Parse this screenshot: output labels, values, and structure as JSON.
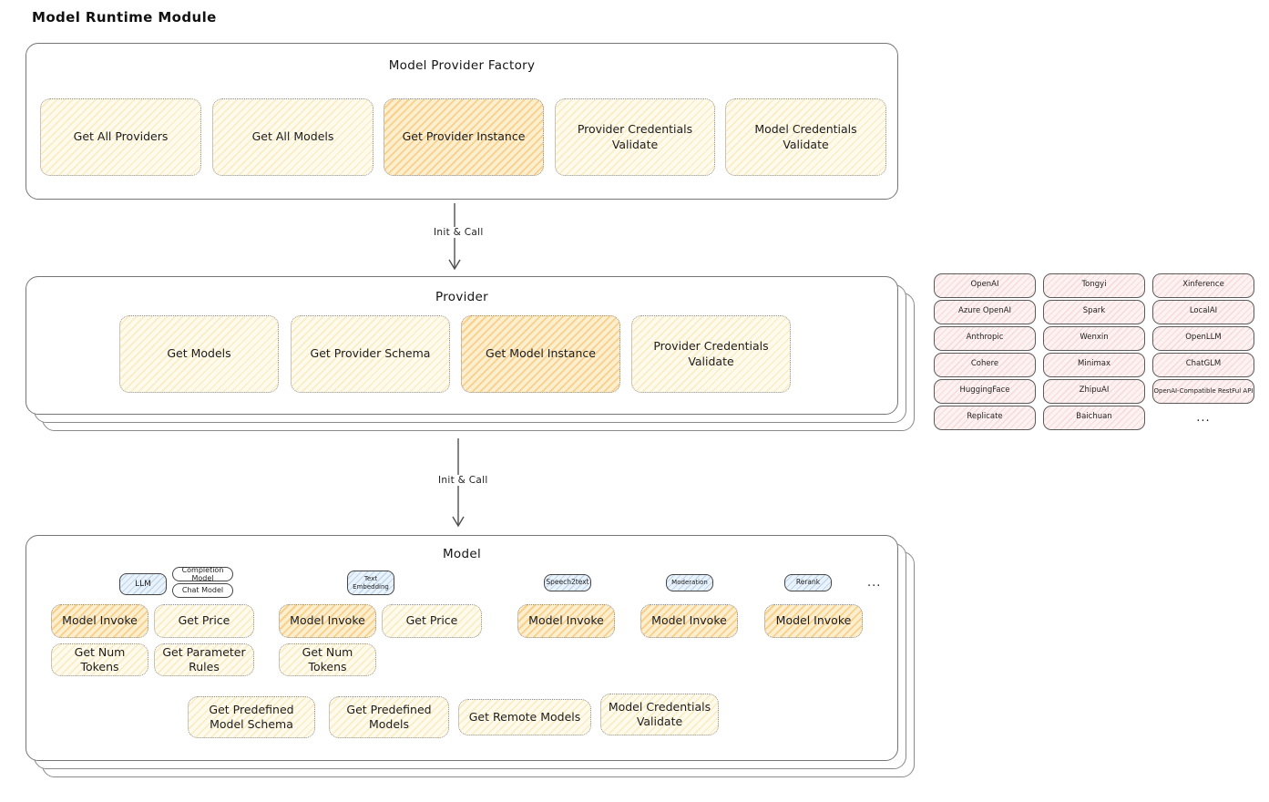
{
  "title": "Model Runtime Module",
  "colors": {
    "yellow_fill": "#fffbec",
    "orange_fill": "#fdeecd",
    "pink_fill": "#fdf2f2",
    "blue_fill": "#eaf3fb",
    "container_border": "#757575",
    "ink": "#1f1f1f"
  },
  "factory": {
    "label": "Model Provider Factory",
    "items": [
      {
        "label": "Get All Providers",
        "highlight": false
      },
      {
        "label": "Get All Models",
        "highlight": false
      },
      {
        "label": "Get Provider Instance",
        "highlight": true
      },
      {
        "label": "Provider Credentials Validate",
        "highlight": false
      },
      {
        "label": "Model Credentials Validate",
        "highlight": false
      }
    ]
  },
  "arrow1": {
    "label": "Init & Call"
  },
  "arrow2": {
    "label": "Init & Call"
  },
  "provider": {
    "label": "Provider",
    "items": [
      {
        "label": "Get Models",
        "highlight": false
      },
      {
        "label": "Get Provider Schema",
        "highlight": false
      },
      {
        "label": "Get Model Instance",
        "highlight": true
      },
      {
        "label": "Provider Credentials Validate",
        "highlight": false
      }
    ]
  },
  "providers_grid": {
    "rows": [
      [
        "OpenAI",
        "Tongyi",
        "Xinference"
      ],
      [
        "Azure OpenAI",
        "Spark",
        "LocalAI"
      ],
      [
        "Anthropic",
        "Wenxin",
        "OpenLLM"
      ],
      [
        "Cohere",
        "Minimax",
        "ChatGLM"
      ],
      [
        "HuggingFace",
        "ZhipuAI",
        "OpenAI-Compatible RestFul API"
      ],
      [
        "Replicate",
        "Baichuan",
        "..."
      ]
    ]
  },
  "model": {
    "label": "Model",
    "tabs": {
      "llm": "LLM",
      "completion_model": "Completion Model",
      "chat_model": "Chat Model",
      "text_embedding": "Text Embedding",
      "speech2text": "Speech2text",
      "moderation": "Moderation",
      "rerank": "Rerank",
      "more": "..."
    },
    "llm_ops": [
      "Model Invoke",
      "Get Price",
      "Get Num Tokens",
      "Get Parameter Rules"
    ],
    "embedding_ops": [
      "Model Invoke",
      "Get Price",
      "Get Num Tokens"
    ],
    "speech2text_ops": [
      "Model Invoke"
    ],
    "moderation_ops": [
      "Model Invoke"
    ],
    "rerank_ops": [
      "Model Invoke"
    ],
    "common_ops": [
      "Get Predefined Model Schema",
      "Get Predefined Models",
      "Get Remote Models",
      "Model Credentials Validate"
    ]
  }
}
